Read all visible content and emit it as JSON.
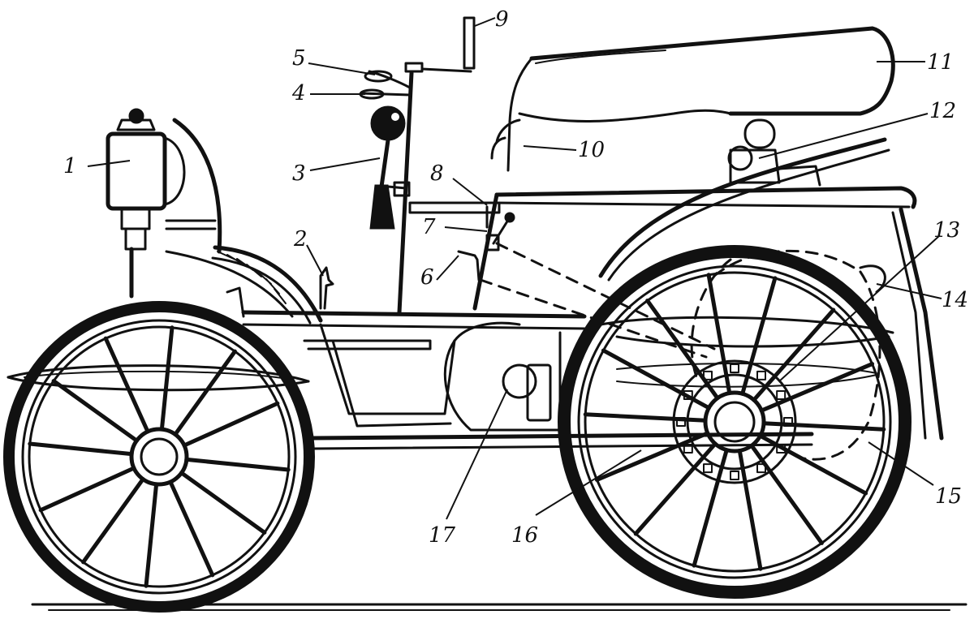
{
  "callouts": [
    {
      "number": "1"
    },
    {
      "number": "2"
    },
    {
      "number": "3"
    },
    {
      "number": "4"
    },
    {
      "number": "5"
    },
    {
      "number": "6"
    },
    {
      "number": "7"
    },
    {
      "number": "8"
    },
    {
      "number": "9"
    },
    {
      "number": "10"
    },
    {
      "number": "11"
    },
    {
      "number": "12"
    },
    {
      "number": "13"
    },
    {
      "number": "14"
    },
    {
      "number": "15"
    },
    {
      "number": "16"
    },
    {
      "number": "17"
    }
  ]
}
